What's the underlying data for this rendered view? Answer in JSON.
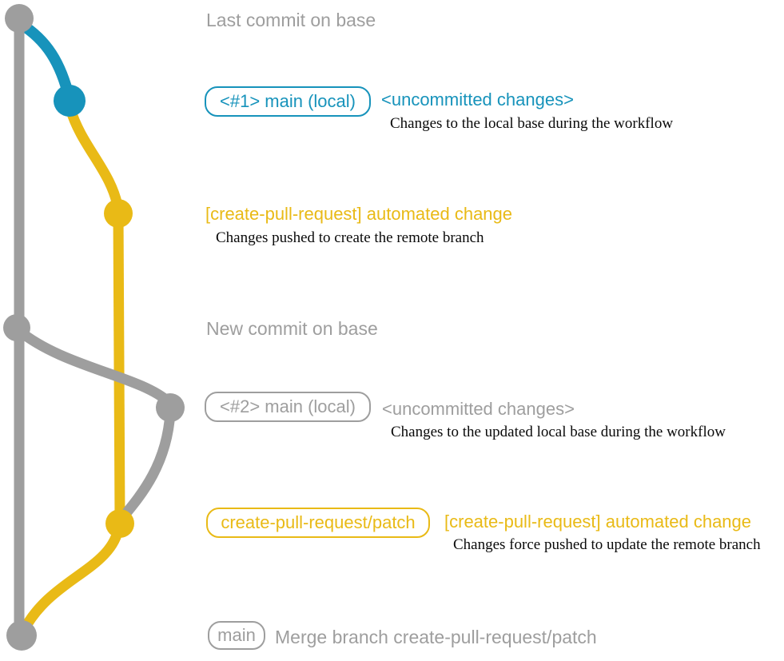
{
  "colors": {
    "gray": "#9e9e9e",
    "teal": "#1793bb",
    "yellow": "#e9ba16",
    "ink": "#0a0a0a"
  },
  "graph": {
    "branches": [
      {
        "name": "base",
        "color": "gray"
      },
      {
        "name": "main (local)",
        "color": "teal"
      },
      {
        "name": "create-pull-request/patch",
        "color": "yellow"
      }
    ],
    "commit_dots": [
      {
        "label": "last-commit-on-base",
        "color": "gray"
      },
      {
        "label": "main-local-uncommitted-1",
        "color": "teal"
      },
      {
        "label": "automated-change-1",
        "color": "yellow"
      },
      {
        "label": "new-commit-on-base",
        "color": "gray"
      },
      {
        "label": "main-local-uncommitted-2",
        "color": "gray"
      },
      {
        "label": "automated-change-2",
        "color": "yellow"
      },
      {
        "label": "merge-commit",
        "color": "gray"
      }
    ]
  },
  "annotations": {
    "last_commit": "Last commit on base",
    "new_commit": "New commit on base",
    "row1": {
      "badge": "<#1> main (local)",
      "tag": "<uncommitted changes>",
      "caption": "Changes to the local base during the workflow"
    },
    "row2": {
      "heading": "[create-pull-request] automated change",
      "caption": "Changes pushed to create the remote branch"
    },
    "row3": {
      "badge": "<#2> main (local)",
      "tag": "<uncommitted changes>",
      "caption": "Changes to the updated local base during the workflow"
    },
    "row4": {
      "badge": "create-pull-request/patch",
      "heading": "[create-pull-request] automated change",
      "caption": "Changes force pushed to update the remote branch"
    },
    "row5": {
      "badge": "main",
      "message": "Merge branch create-pull-request/patch"
    }
  }
}
